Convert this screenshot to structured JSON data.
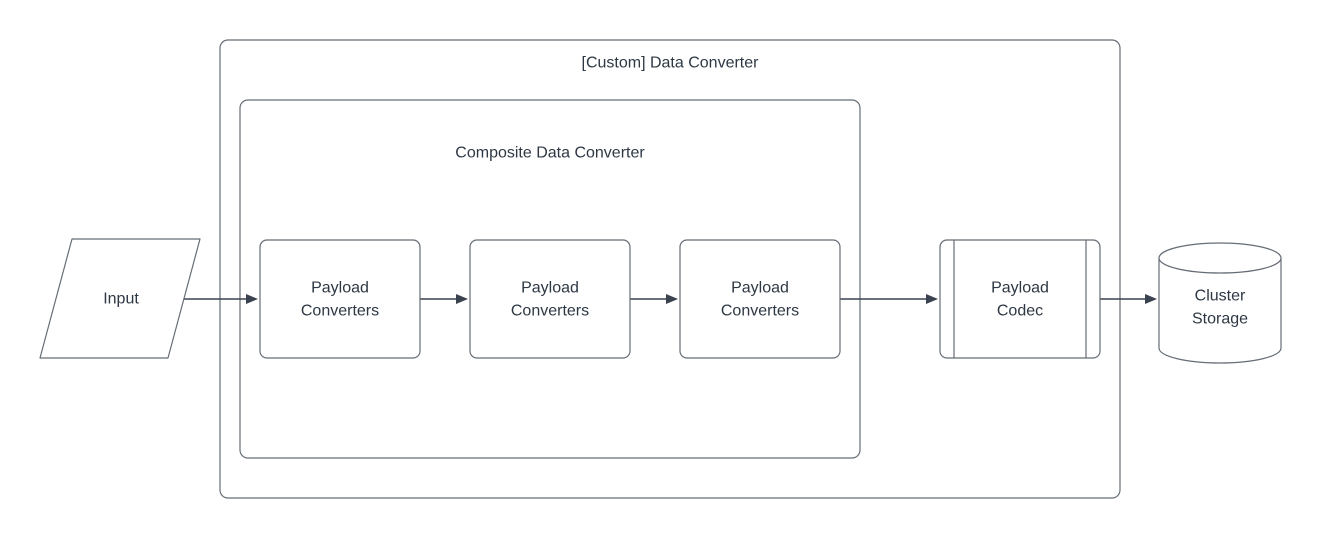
{
  "colors": {
    "background": "#ffffff",
    "shape_fill": "#ffffff",
    "shape_stroke": "#666d76",
    "arrow": "#39424e",
    "text": "#2d3844"
  },
  "diagram": {
    "outer_group": {
      "title": "[Custom] Data Converter",
      "shape": "rounded-container"
    },
    "inner_group": {
      "title": "Composite Data Converter",
      "shape": "rounded-container"
    },
    "nodes": {
      "input": {
        "label": "Input",
        "shape": "parallelogram"
      },
      "payload_converters_1": {
        "label": "Payload Converters",
        "label_line1": "Payload",
        "label_line2": "Converters",
        "shape": "rounded-rectangle"
      },
      "payload_converters_2": {
        "label": "Payload Converters",
        "label_line1": "Payload",
        "label_line2": "Converters",
        "shape": "rounded-rectangle"
      },
      "payload_converters_3": {
        "label": "Payload Converters",
        "label_line1": "Payload",
        "label_line2": "Converters",
        "shape": "rounded-rectangle"
      },
      "payload_codec": {
        "label": "Payload Codec",
        "label_line1": "Payload",
        "label_line2": "Codec",
        "shape": "predefined-process"
      },
      "cluster_storage": {
        "label": "Cluster Storage",
        "label_line1": "Cluster",
        "label_line2": "Storage",
        "shape": "cylinder"
      }
    },
    "edges": [
      {
        "from": "input",
        "to": "payload_converters_1"
      },
      {
        "from": "payload_converters_1",
        "to": "payload_converters_2"
      },
      {
        "from": "payload_converters_2",
        "to": "payload_converters_3"
      },
      {
        "from": "payload_converters_3",
        "to": "payload_codec"
      },
      {
        "from": "payload_codec",
        "to": "cluster_storage"
      }
    ]
  }
}
